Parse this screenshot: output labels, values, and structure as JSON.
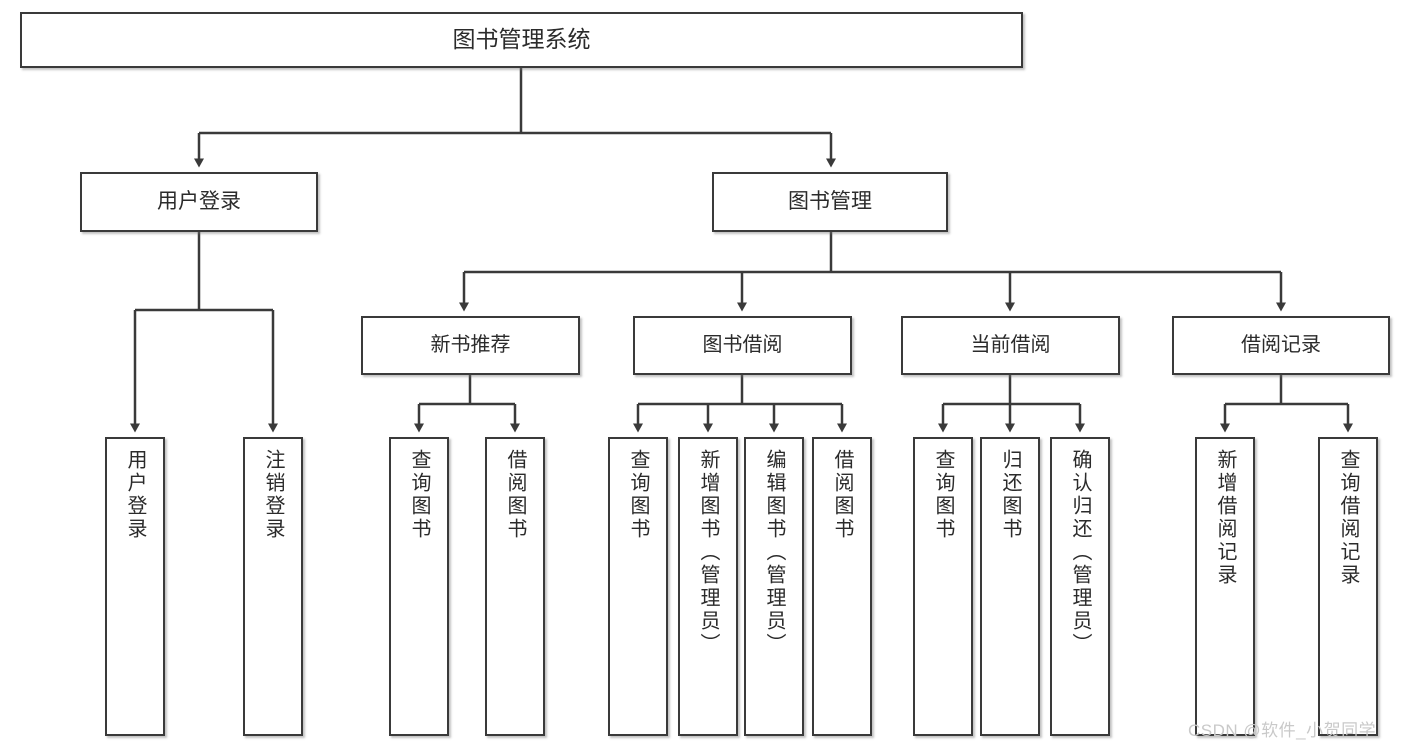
{
  "diagram": {
    "title": "图书管理系统",
    "type": "functional-structure-tree",
    "root": {
      "id": "root",
      "label": "图书管理系统"
    },
    "level1": [
      {
        "id": "user-login",
        "label": "用户登录"
      },
      {
        "id": "book-manage",
        "label": "图书管理"
      }
    ],
    "level2": [
      {
        "id": "new-book-rec",
        "label": "新书推荐",
        "parent": "book-manage"
      },
      {
        "id": "book-borrow",
        "label": "图书借阅",
        "parent": "book-manage"
      },
      {
        "id": "current-borrow",
        "label": "当前借阅",
        "parent": "book-manage"
      },
      {
        "id": "borrow-record",
        "label": "借阅记录",
        "parent": "book-manage"
      }
    ],
    "leaves": {
      "user_login": [
        {
          "id": "leaf-user-login",
          "label": "用户登录"
        },
        {
          "id": "leaf-logout",
          "label": "注销登录"
        }
      ],
      "new_book_rec": [
        {
          "id": "leaf-query-book-1",
          "label": "查询图书"
        },
        {
          "id": "leaf-borrow-book-1",
          "label": "借阅图书"
        }
      ],
      "book_borrow": [
        {
          "id": "leaf-query-book-2",
          "label": "查询图书"
        },
        {
          "id": "leaf-add-book",
          "label": "新增图书（管理员）"
        },
        {
          "id": "leaf-edit-book",
          "label": "编辑图书（管理员）"
        },
        {
          "id": "leaf-borrow-book-2",
          "label": "借阅图书"
        }
      ],
      "current_borrow": [
        {
          "id": "leaf-query-book-3",
          "label": "查询图书"
        },
        {
          "id": "leaf-return-book",
          "label": "归还图书"
        },
        {
          "id": "leaf-confirm-return",
          "label": "确认归还（管理员）"
        }
      ],
      "borrow_record": [
        {
          "id": "leaf-add-record",
          "label": "新增借阅记录"
        },
        {
          "id": "leaf-query-record",
          "label": "查询借阅记录"
        }
      ]
    }
  },
  "watermark": {
    "text": "CSDN @软件_小贺同学"
  },
  "colors": {
    "border": "#3a3a3a",
    "text": "#2b2b2b",
    "background": "#ffffff",
    "connector": "#3a3a3a",
    "watermark": "#c9c9c9"
  }
}
